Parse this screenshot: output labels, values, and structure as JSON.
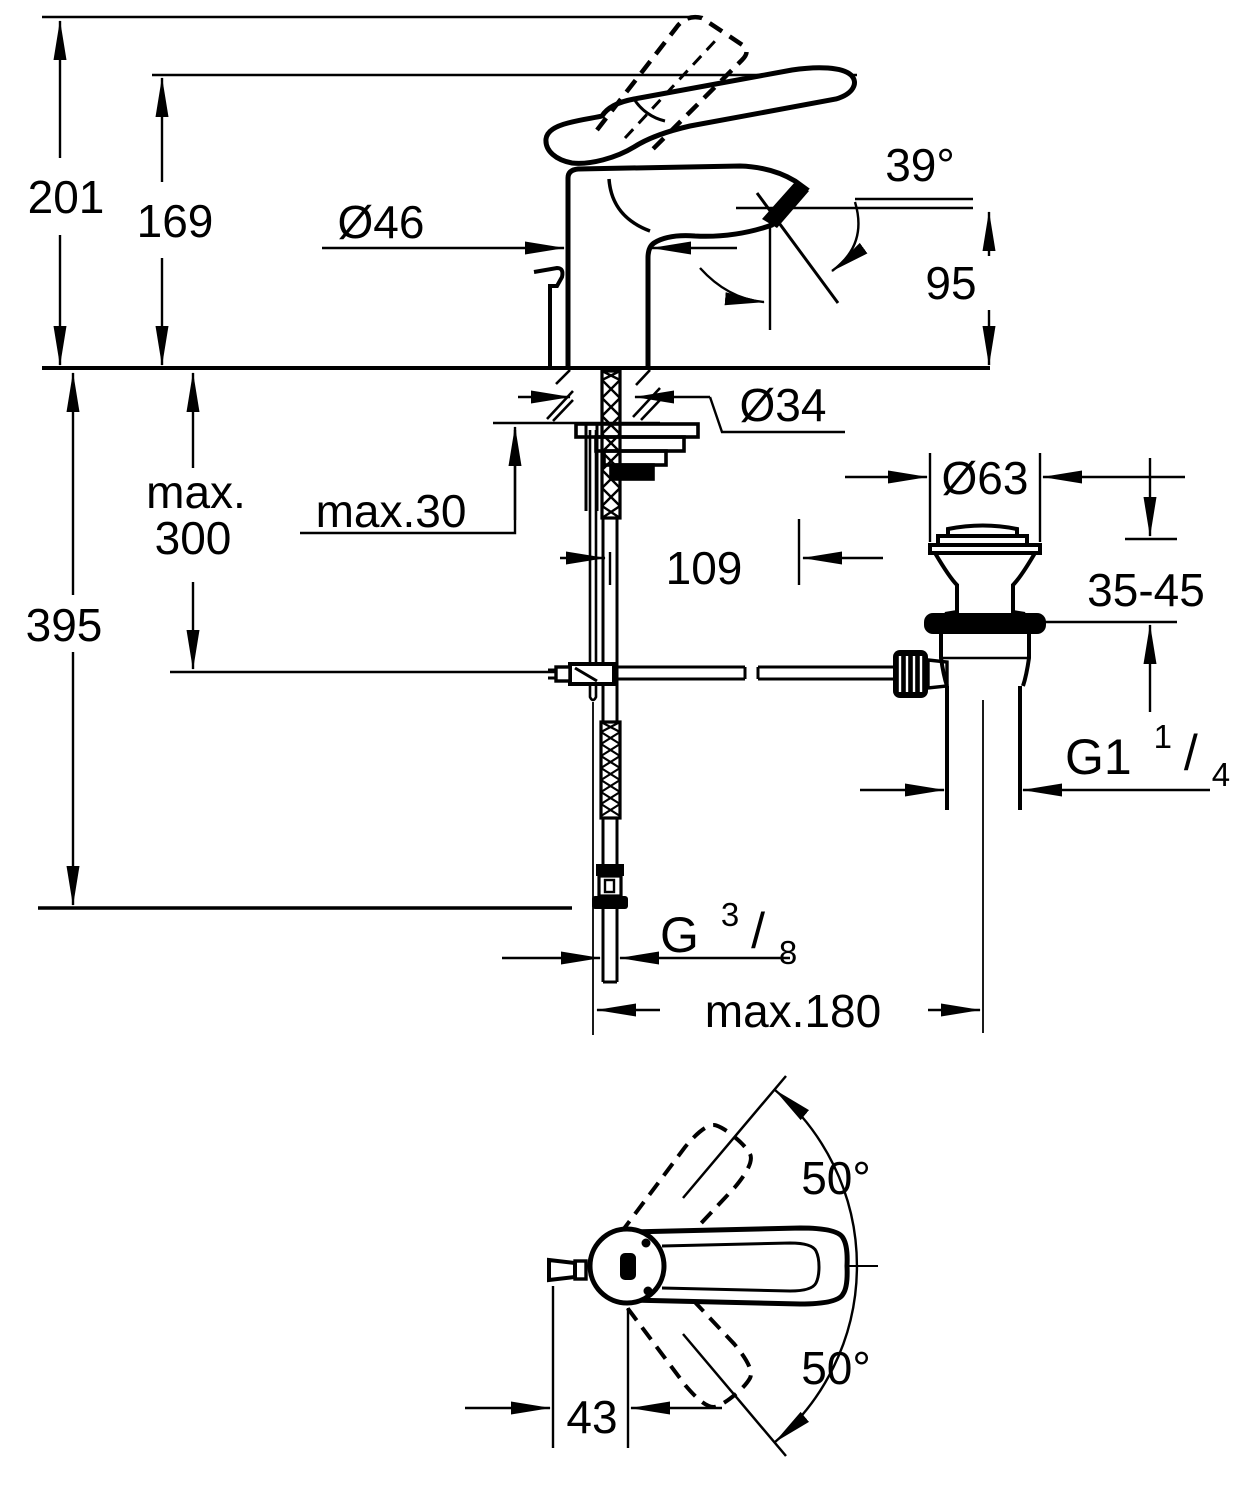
{
  "drawing": {
    "type": "technical-dimension-drawing",
    "subject": "single-lever basin mixer faucet with pop-up waste, side view and handle top view",
    "ink_color": "#000000",
    "background_color": "#ffffff",
    "labels": {
      "dim_201": "201",
      "dim_169": "169",
      "dia_46": "Ø46",
      "angle_39": "39°",
      "dim_95": "95",
      "dia_34": "Ø34",
      "max_30": "max.30",
      "max_300_line1": "max.",
      "max_300_line2": "300",
      "dim_395": "395",
      "dim_109": "109",
      "dia_63": "Ø63",
      "range_35_45": "35-45",
      "g114_base": "G1",
      "g114_num": "1",
      "g114_slash": "/",
      "g114_den": "4",
      "g38_base": "G",
      "g38_num": "3",
      "g38_slash": "/",
      "g38_den": "8",
      "max_180": "max.180",
      "angle_50_top": "50°",
      "angle_50_bottom": "50°",
      "dim_43": "43"
    }
  }
}
